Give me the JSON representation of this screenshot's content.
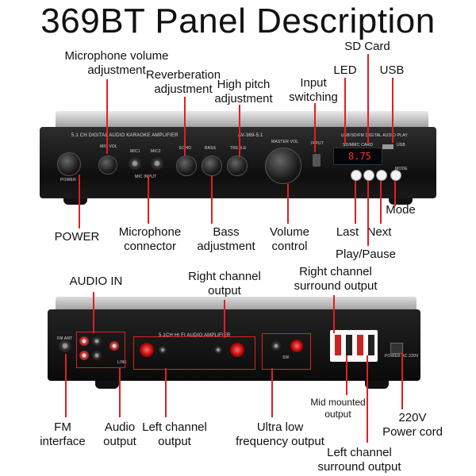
{
  "title": "369BT  Panel Description",
  "front_panel": {
    "header": "5.1 CH DIGITAL AUDIO KARAOKE AMPLIFIER",
    "model": "AV-369-5.1",
    "mic_vol": "MIC VOL",
    "mic1": "MIC1",
    "mic2": "MIC2",
    "mic_input": "MIC INPUT",
    "echo": "ECHO",
    "bass": "BASS",
    "treble": "TREBLE",
    "master_vol": "MASTER VOL",
    "input": "INPUT",
    "power": "POWER",
    "usb_sd": "USB/SD/FM DIGITAL AUDIO PLAY",
    "sd_card": "SD/MMC CARD",
    "usb": "USB",
    "mode": "MODE",
    "display": "8.75"
  },
  "rear_panel": {
    "header": "5.1CH HI FI AUDIO AMPLIFIER",
    "fm_ant": "FM ANT",
    "sw": "SW",
    "line": "LINE",
    "power_info": "POWER AC 220V"
  },
  "labels": {
    "sd_card": "SD Card",
    "led": "LED",
    "usb": "USB",
    "mic_volume": "Microphone volume\nadjustment",
    "reverb": "Reverberation\nadjustment",
    "high_pitch": "High pitch\nadjustment",
    "input_switching": "Input\nswitching",
    "mode": "Mode",
    "power": "POWER",
    "mic_connector": "Microphone\nconnector",
    "bass_adj": "Bass\nadjustment",
    "volume_control": "Volume\ncontrol",
    "last": "Last",
    "next": "Next",
    "play_pause": "Play/Pause",
    "audio_in": "AUDIO IN",
    "right_channel_output": "Right channel\noutput",
    "right_surround": "Right channel\nsurround output",
    "fm_interface": "FM\ninterface",
    "audio_output": "Audio\noutput",
    "left_channel_output": "Left channel\noutput",
    "ultra_low": "Ultra low\nfrequency output",
    "mid_mounted": "Mid mounted\noutput",
    "v220": "220V\nPower cord",
    "left_surround": "Left channel\nsurround output"
  }
}
